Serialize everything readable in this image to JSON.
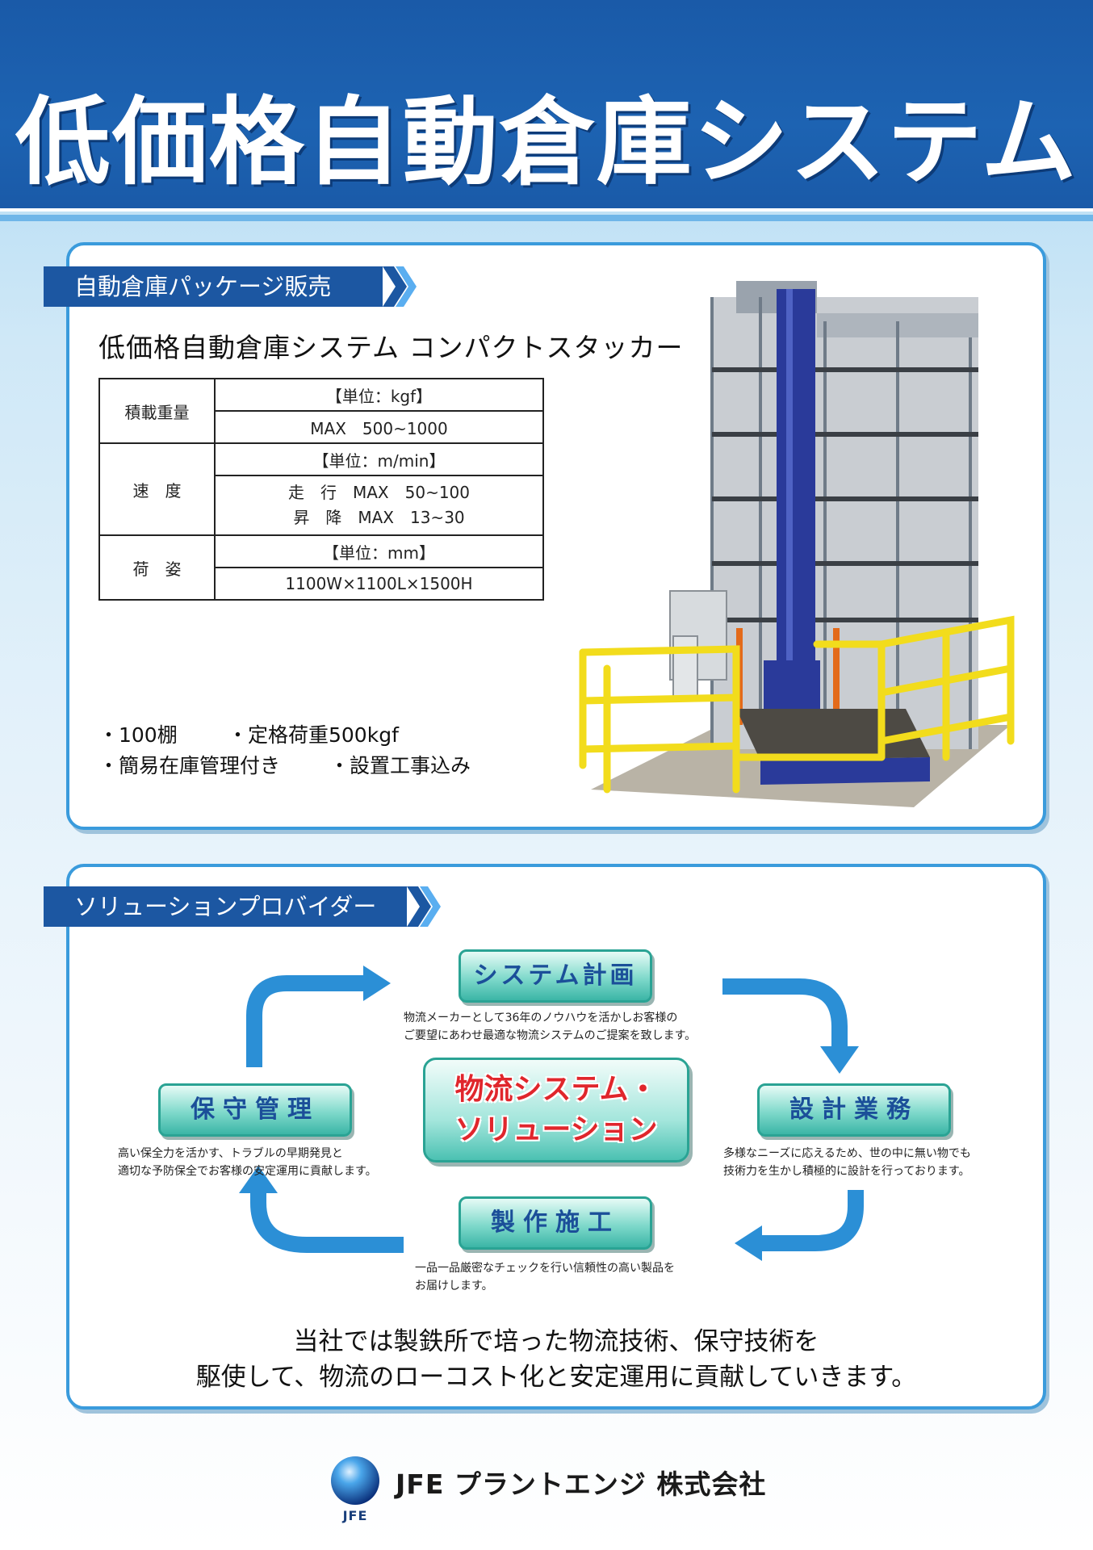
{
  "header": {
    "title": "低価格自動倉庫システム"
  },
  "section1": {
    "ribbon": "自動倉庫パッケージ販売",
    "subtitle": "低価格自動倉庫システム コンパクトスタッカー",
    "spec": {
      "load": {
        "label": "積載重量",
        "unit": "【単位：kgf】",
        "value": "MAX　500~1000"
      },
      "speed": {
        "label": "速　度",
        "unit": "【単位：m/min】",
        "travel": "走　行　MAX　50~100",
        "lift": "昇　降　MAX　13~30"
      },
      "form": {
        "label": "荷　姿",
        "unit": "【単位：mm】",
        "value": "1100W×1100L×1500H"
      }
    },
    "features": [
      "・100棚",
      "・定格荷重500kgf",
      "・簡易在庫管理付き",
      "・設置工事込み"
    ]
  },
  "section2": {
    "ribbon": "ソリューションプロバイダー",
    "center": {
      "line1": "物流システム・",
      "line2": "ソリューション"
    },
    "plan": {
      "tag": "システム計画",
      "desc1": "物流メーカーとして36年のノウハウを活かしお客様の",
      "desc2": "ご要望にあわせ最適な物流システムのご提案を致します。"
    },
    "design": {
      "tag": "設計業務",
      "desc1": "多様なニーズに応えるため、世の中に無い物でも",
      "desc2": "技術力を生かし積極的に設計を行っております。"
    },
    "maint": {
      "tag": "保守管理",
      "desc1": "高い保全力を活かす、トラブルの早期発見と",
      "desc2": "適切な予防保全でお客様の安定運用に貢献します。"
    },
    "build": {
      "tag": "製作施工",
      "desc1": "一品一品厳密なチェックを行い信頼性の高い製品を",
      "desc2": "お届けします。"
    },
    "closing1": "当社では製鉄所で培った物流技術、保守技術を",
    "closing2": "駆使して、物流のローコスト化と安定運用に貢献していきます。"
  },
  "footer": {
    "logo_text": "JFE",
    "company": "JFE プラントエンジ 株式会社"
  },
  "colors": {
    "header_blue": "#1d63b2",
    "ribbon_blue": "#1c57a2",
    "panel_border": "#3a9bdc",
    "arrow_blue": "#2b8fd6",
    "tag_green": "#3bb5a6",
    "center_red": "#e0262c"
  }
}
